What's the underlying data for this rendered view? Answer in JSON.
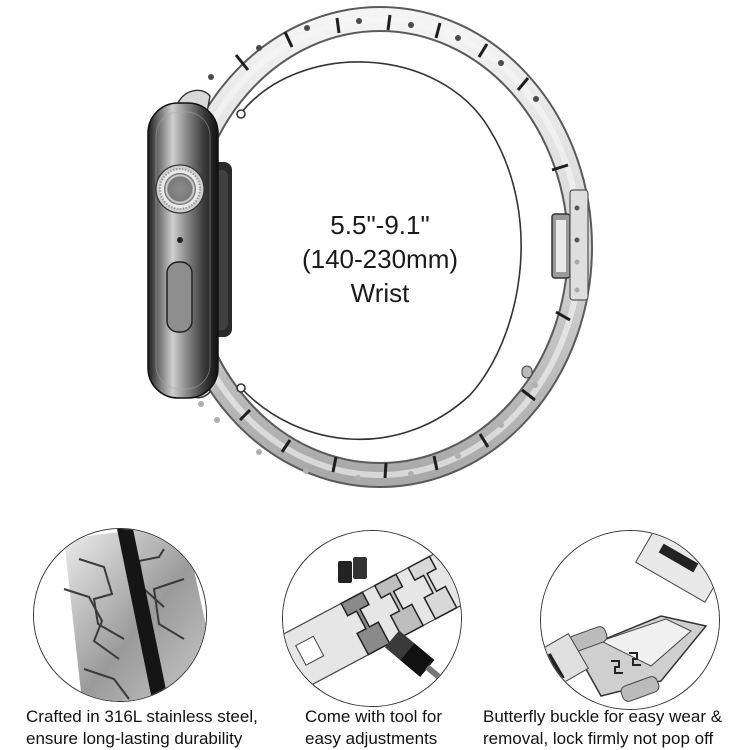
{
  "hero": {
    "size_label": {
      "inches": "5.5\"-9.1\"",
      "millimeters": "(140-230mm)",
      "unit": "Wrist"
    },
    "icons": [
      "watch-case-icon",
      "digital-crown-icon",
      "side-button-icon",
      "link-band-icon",
      "butterfly-clasp-icon",
      "circumference-arc-icon"
    ]
  },
  "features": [
    {
      "id": "steel",
      "icon": "steel-links-closeup-icon",
      "caption_line1": "Crafted in 316L stainless steel,",
      "caption_line2": "ensure long-lasting durability"
    },
    {
      "id": "tool",
      "icon": "link-removal-tool-icon",
      "caption_line1": "Come with tool for",
      "caption_line2": "easy adjustments"
    },
    {
      "id": "buckle",
      "icon": "butterfly-buckle-icon",
      "caption_line1": "Butterfly buckle for easy wear &",
      "caption_line2": "removal, lock firmly not pop off"
    }
  ],
  "colors": {
    "background": "#ffffff",
    "text": "#111111",
    "steel_light": "#e6e6e6",
    "steel_mid": "#b5b5b5",
    "steel_dark": "#4a4a4a",
    "outline": "#333333"
  }
}
